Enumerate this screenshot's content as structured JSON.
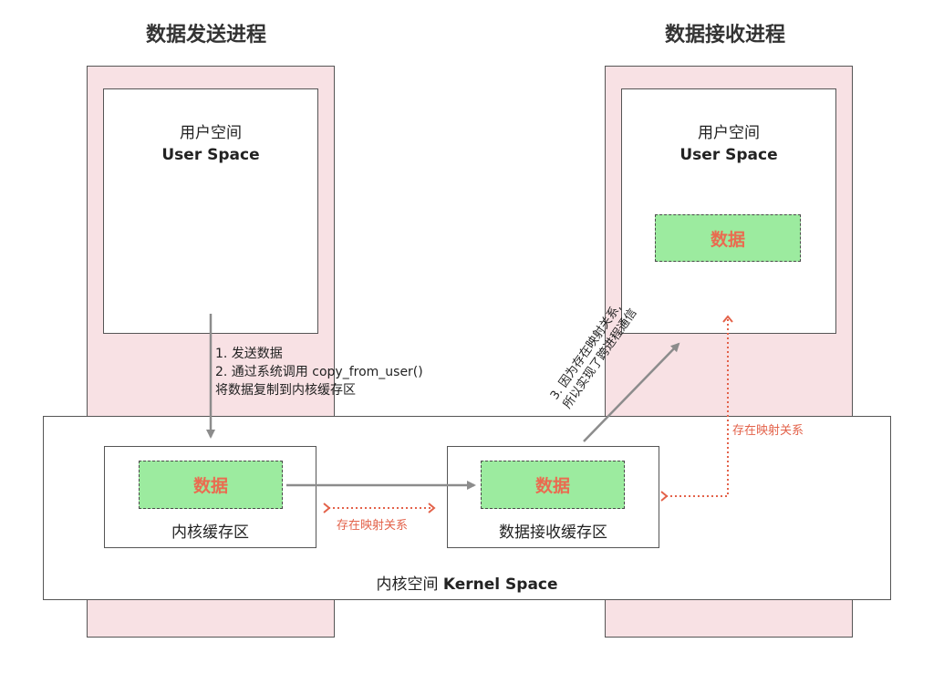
{
  "sender": {
    "title": "数据发送进程"
  },
  "receiver": {
    "title": "数据接收进程"
  },
  "user_space_left": {
    "line1": "用户空间",
    "line2": "User Space"
  },
  "user_space_right": {
    "line1": "用户空间",
    "line2": "User Space"
  },
  "kernel_space": {
    "label_cn": "内核空间 ",
    "label_en": "Kernel Space"
  },
  "kernel_buffer": {
    "data": "数据",
    "label": "内核缓存区"
  },
  "receive_buffer": {
    "data": "数据",
    "label": "数据接收缓存区"
  },
  "user_data_right": "数据",
  "steps": {
    "line1": "1.   发送数据",
    "line2": "2.   通过系统调用 copy_from_user()",
    "line3": "将数据复制到内核缓存区"
  },
  "rotated_note": {
    "line1": "3. 因为存在映射关系,",
    "line2": "所以实现了跨进程通信"
  },
  "mapping_labels": {
    "bottom": "存在映射关系",
    "right": "存在映射关系"
  },
  "colors": {
    "pink_bg": "#f8e1e4",
    "data_green": "#9ceb9f",
    "data_text": "#ea6b50",
    "mapping_red": "#e3624a",
    "arrow_gray": "#8c8c8c"
  }
}
